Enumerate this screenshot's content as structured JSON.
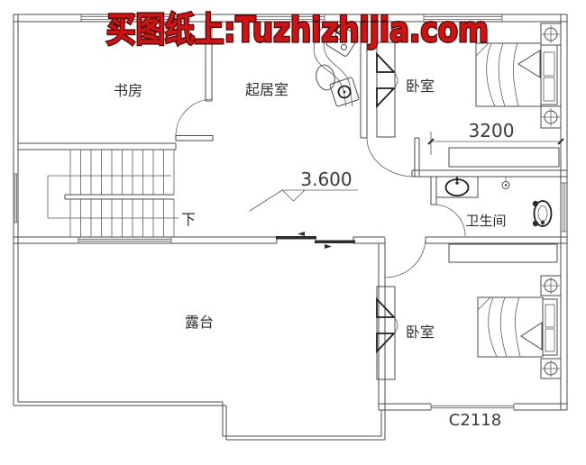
{
  "watermark": {
    "text": "买图纸上:Tuzhizhijia.com",
    "fill_color": "#cd1414",
    "outline_color": "#5e0b0b"
  },
  "plan": {
    "rooms": {
      "study": "书房",
      "living": "起居室",
      "bedroom_top": "卧室",
      "bathroom": "卫生间",
      "terrace": "露台",
      "bedroom_bottom": "卧室"
    },
    "annotations": {
      "stairs_down": "下",
      "floor_level": "3.600",
      "dim_bedroom_width": "3200",
      "window_code": "C2118"
    },
    "colors": {
      "line": "#4a4a4a",
      "background": "#ffffff"
    }
  }
}
